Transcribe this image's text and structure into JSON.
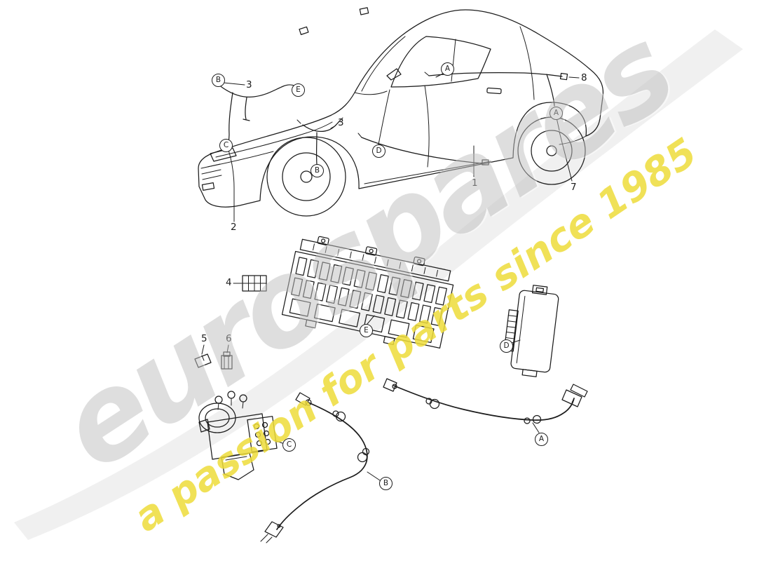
{
  "watermark": {
    "brand": "eurospares",
    "tagline": "a passion for parts since 1985",
    "brand_color": "#bfbfbf",
    "tagline_color": "#eedc3a"
  },
  "colors": {
    "line": "#1c1c1c",
    "background": "#ffffff"
  },
  "diagram": {
    "callouts": [
      {
        "letter": "B"
      },
      {
        "letter": "E"
      },
      {
        "letter": "A"
      },
      {
        "letter": "A"
      },
      {
        "letter": "C"
      },
      {
        "letter": "B"
      },
      {
        "letter": "D"
      },
      {
        "letter": "E"
      },
      {
        "letter": "D"
      },
      {
        "letter": "C"
      },
      {
        "letter": "B"
      },
      {
        "letter": "A"
      }
    ],
    "part_labels": [
      {
        "number": "3"
      },
      {
        "number": "3"
      },
      {
        "number": "8"
      },
      {
        "number": "1"
      },
      {
        "number": "7"
      },
      {
        "number": "2"
      },
      {
        "number": "4"
      },
      {
        "number": "5"
      },
      {
        "number": "6"
      }
    ]
  }
}
